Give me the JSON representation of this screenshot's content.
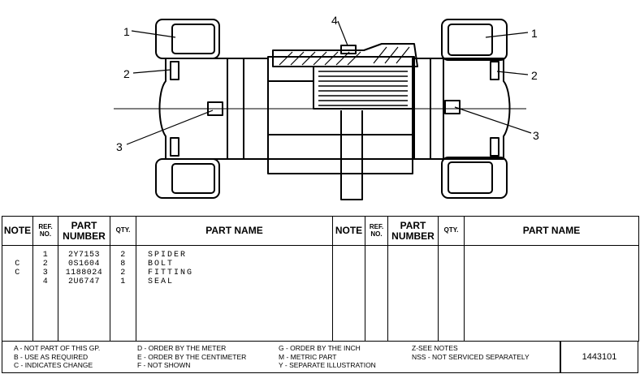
{
  "drawing": {
    "callouts": [
      "1",
      "2",
      "3",
      "4"
    ]
  },
  "table": {
    "headers": {
      "note": "NOTE",
      "ref_no_line1": "REF.",
      "ref_no_line2": "NO.",
      "part_number_line1": "PART",
      "part_number_line2": "NUMBER",
      "qty": "QTY.",
      "part_name": "PART NAME"
    },
    "rows": [
      {
        "note": "",
        "ref": "1",
        "part_number": "2Y7153",
        "qty": "2",
        "name": "SPIDER"
      },
      {
        "note": "C",
        "ref": "2",
        "part_number": "0S1604",
        "qty": "8",
        "name": "BOLT"
      },
      {
        "note": "C",
        "ref": "3",
        "part_number": "1188024",
        "qty": "2",
        "name": "FITTING"
      },
      {
        "note": "",
        "ref": "4",
        "part_number": "2U6747",
        "qty": "1",
        "name": "SEAL"
      }
    ]
  },
  "legend": {
    "col1": [
      "A - NOT PART OF THIS GP.",
      "B - USE AS REQUIRED",
      "C - INDICATES CHANGE"
    ],
    "col2": [
      "D - ORDER BY THE METER",
      "E - ORDER BY THE CENTIMETER",
      "F - NOT SHOWN"
    ],
    "col3": [
      "G - ORDER BY THE INCH",
      "M - METRIC PART",
      "Y - SEPARATE ILLUSTRATION"
    ],
    "col4": [
      "Z-SEE NOTES",
      "NSS - NOT SERVICED SEPARATELY"
    ],
    "reference_number": "1443101"
  }
}
